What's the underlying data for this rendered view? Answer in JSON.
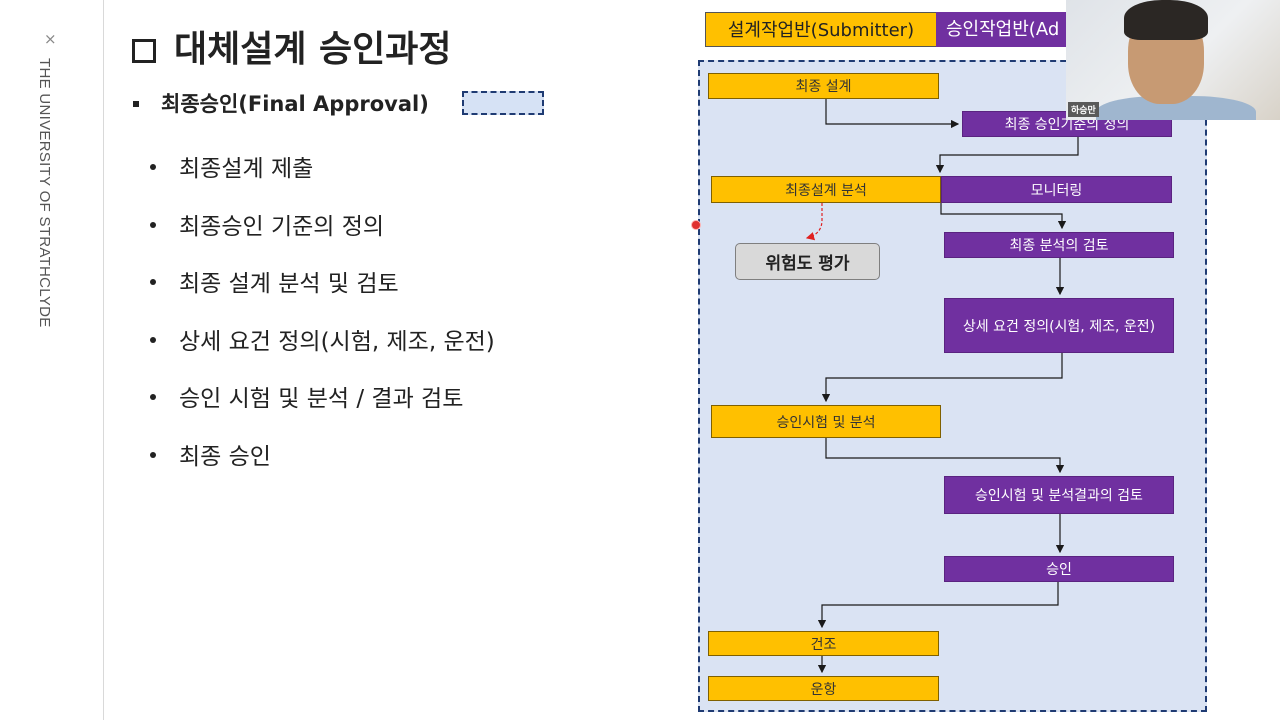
{
  "sidebar": {
    "close_glyph": "×",
    "university": "THE UNIVERSITY OF STRATHCLYDE"
  },
  "slide": {
    "title": "대체설계 승인과정",
    "subtitle": "최종승인(Final Approval)",
    "bullets": [
      "최종설계 제출",
      "최종승인 기준의 정의",
      "최종 설계 분석 및 검토",
      "상세 요건 정의(시험, 제조, 운전)",
      "승인 시험 및 분석 / 결과 검토",
      "최종 승인"
    ]
  },
  "diagram": {
    "header_submitter": "설계작업반(Submitter)",
    "header_approver": "승인작업반(Ad",
    "risk": "위험도 평가",
    "boxes": {
      "final_design": "최종 설계",
      "criteria": "최종 승인기준의 정의",
      "analysis": "최종설계 분석",
      "monitoring": "모니터링",
      "review": "최종 분석의 검토",
      "detail": "상세 요건 정의(시험, 제조, 운전)",
      "test": "승인시험 및 분석",
      "test_review": "승인시험 및 분석결과의 검토",
      "approval": "승인",
      "build": "건조",
      "operate": "운항"
    },
    "colors": {
      "submitter": "#ffc000",
      "approver": "#7030a0",
      "area": "#dae3f3"
    }
  },
  "webcam": {
    "name": "하승만"
  }
}
